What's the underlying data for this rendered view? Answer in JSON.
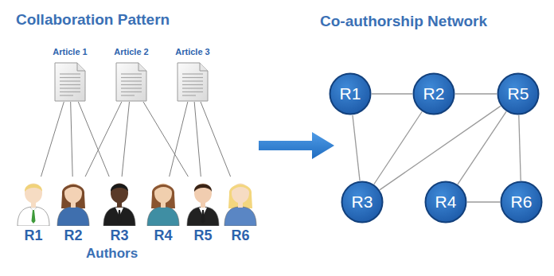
{
  "diagram": {
    "nodes": [
      {
        "text": [
          "Article 1"
        ]
      },
      {
        "text": [
          "Article 2"
        ]
      },
      {
        "text": [
          "Article 3"
        ]
      },
      {
        "text": [
          "R1"
        ]
      },
      {
        "text": [
          "R2"
        ]
      },
      {
        "text": [
          "R3"
        ]
      },
      {
        "text": [
          "R4"
        ]
      },
      {
        "text": [
          "R5"
        ]
      },
      {
        "text": [
          "R6"
        ]
      },
      {
        "text": [
          "R1"
        ]
      },
      {
        "text": [
          "R2"
        ]
      },
      {
        "text": [
          "R5"
        ]
      },
      {
        "text": [
          "R3"
        ]
      },
      {
        "text": [
          "R4"
        ]
      },
      {
        "text": [
          "R6"
        ]
      }
    ],
    "edges": [
      {
        "from": 0,
        "to": 3,
        "arrow": "none"
      },
      {
        "from": 0,
        "to": 4,
        "arrow": "none"
      },
      {
        "from": 0,
        "to": 5,
        "arrow": "none"
      },
      {
        "from": 1,
        "to": 4,
        "arrow": "none"
      },
      {
        "from": 1,
        "to": 5,
        "arrow": "none"
      },
      {
        "from": 1,
        "to": 7,
        "arrow": "none"
      },
      {
        "from": 2,
        "to": 6,
        "arrow": "none"
      },
      {
        "from": 2,
        "to": 7,
        "arrow": "none"
      },
      {
        "from": 2,
        "to": 8,
        "arrow": "none"
      },
      {
        "from": 9,
        "to": 10,
        "arrow": "none"
      },
      {
        "from": 10,
        "to": 11,
        "arrow": "none"
      },
      {
        "from": 9,
        "to": 12,
        "arrow": "none"
      },
      {
        "from": 10,
        "to": 12,
        "arrow": "none"
      },
      {
        "from": 11,
        "to": 12,
        "arrow": "none"
      },
      {
        "from": 11,
        "to": 13,
        "arrow": "none"
      },
      {
        "from": 11,
        "to": 14,
        "arrow": "none"
      },
      {
        "from": 13,
        "to": 14,
        "arrow": "none"
      }
    ],
    "labels": [
      "Collaboration Pattern",
      "Co-authorship Network",
      "Authors"
    ]
  }
}
